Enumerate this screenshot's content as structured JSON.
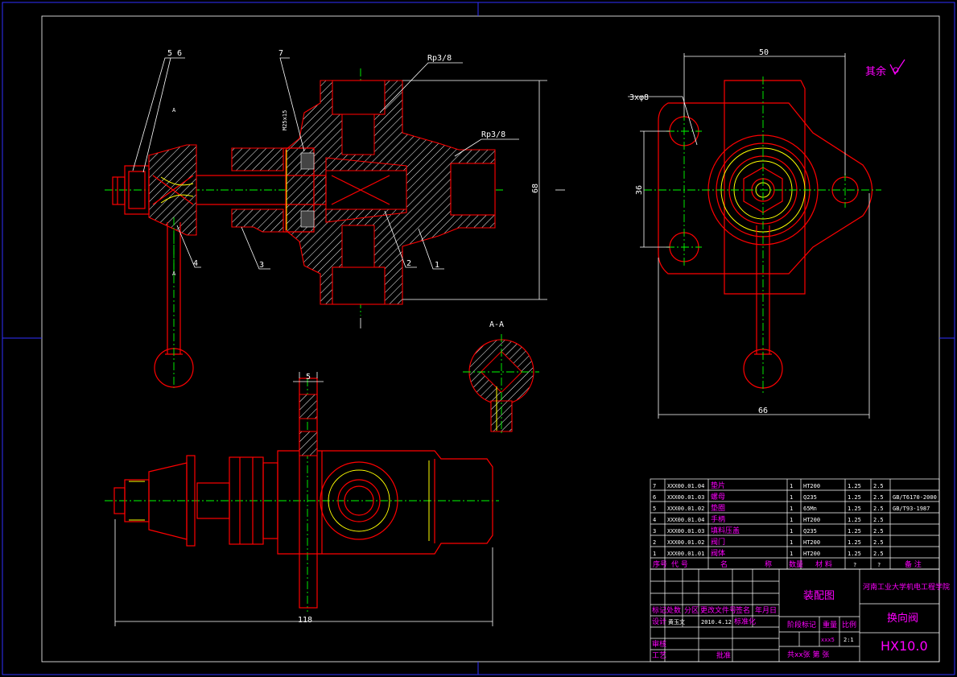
{
  "drawing": {
    "labels": {
      "leader_56": "5 6",
      "leader_7": "7",
      "leader_4": "4",
      "leader_3": "3",
      "leader_2": "2",
      "leader_1": "1",
      "thread_top": "Rp3/8",
      "thread_right": "Rp3/8",
      "thread_m": "M25x15",
      "section_a_top": "A",
      "section_a_bottom": "A",
      "section_title": "A-A",
      "dim_50": "50",
      "dim_36": "36",
      "dim_66": "66",
      "dim_68": "68",
      "dim_5": "5",
      "dim_118": "118",
      "holes": "3xφ8",
      "roughness": "其余"
    }
  },
  "parts_list": {
    "rows": [
      {
        "no": "7",
        "code": "XXX00.01.04",
        "name": "垫片",
        "qty": "1",
        "material": "HT200",
        "w1": "1.25",
        "w2": "2.5",
        "note": ""
      },
      {
        "no": "6",
        "code": "XXX00.01.03",
        "name": "螺母",
        "qty": "1",
        "material": "Q235",
        "w1": "1.25",
        "w2": "2.5",
        "note": "GB/T6170-2000"
      },
      {
        "no": "5",
        "code": "XXX00.01.02",
        "name": "垫圈",
        "qty": "1",
        "material": "65Mn",
        "w1": "1.25",
        "w2": "2.5",
        "note": "GB/T93-1987"
      },
      {
        "no": "4",
        "code": "XXX00.01.04",
        "name": "手柄",
        "qty": "1",
        "material": "HT200",
        "w1": "1.25",
        "w2": "2.5",
        "note": ""
      },
      {
        "no": "3",
        "code": "XXX00.01.03",
        "name": "填料压盖",
        "qty": "1",
        "material": "Q235",
        "w1": "1.25",
        "w2": "2.5",
        "note": ""
      },
      {
        "no": "2",
        "code": "XXX00.01.02",
        "name": "阀门",
        "qty": "1",
        "material": "HT200",
        "w1": "1.25",
        "w2": "2.5",
        "note": ""
      },
      {
        "no": "1",
        "code": "XXX00.01.01",
        "name": "阀体",
        "qty": "1",
        "material": "HT200",
        "w1": "1.25",
        "w2": "2.5",
        "note": ""
      }
    ],
    "header": {
      "no": "序号",
      "code": "代 号",
      "name1": "名",
      "name2": "称",
      "qty": "数量",
      "material": "材 料",
      "w1": "?",
      "w2": "?",
      "note": "备 注"
    }
  },
  "title_block": {
    "drawing_name": "装配图",
    "institution": "河南工业大学机电工程学院",
    "part_name": "换向阀",
    "drawing_no": "HX10.0",
    "rev_labels": [
      "标记",
      "处数",
      "分区",
      "更改文件号",
      "签名",
      "年月日"
    ],
    "designer_label": "设计",
    "designer_name": "黄玉文",
    "design_date": "2010.4.12",
    "standard_label": "标准化",
    "check_label": "审核",
    "process_label": "工艺",
    "approve_label": "批准",
    "stage_label": "阶段标记",
    "weight_label": "重量",
    "scale_label": "比例",
    "weight_value": "xxx5",
    "scale_value": "2:1",
    "sheet_text": "共xx张 第 张"
  }
}
